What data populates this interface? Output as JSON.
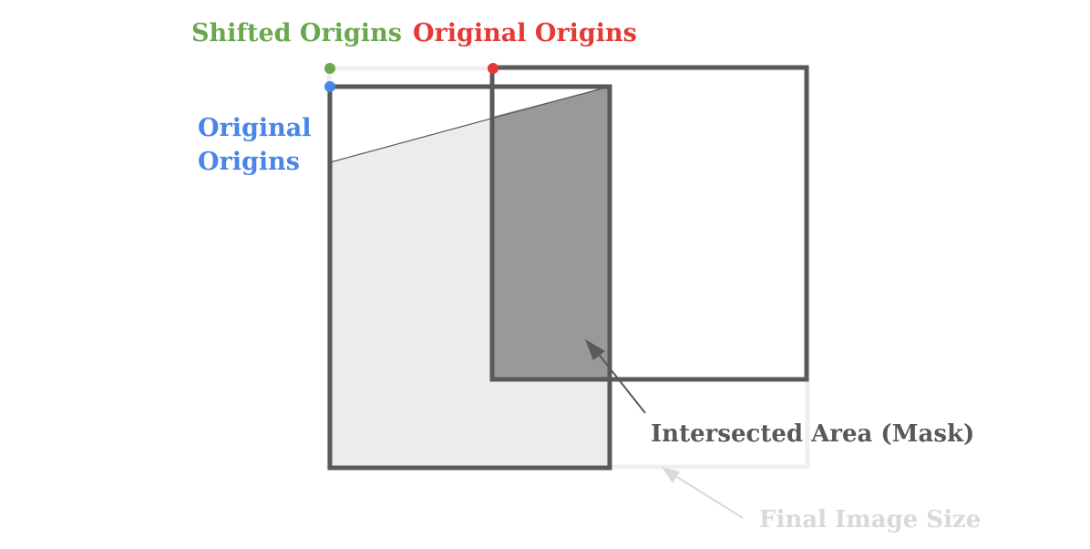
{
  "labels": {
    "shifted_origins": "Shifted Origins",
    "original_origins_red": "Original Origins",
    "original_origins_blue_line1": "Original",
    "original_origins_blue_line2": "Origins",
    "intersected_area": "Intersected Area (Mask)",
    "final_image_size": "Final Image Size"
  },
  "colors": {
    "shifted_origin": "#6aa84f",
    "original_origin_red": "#e53935",
    "original_origin_blue": "#4a86e8",
    "frame_stroke": "#595959",
    "final_image_stroke": "#efefef",
    "final_image_label": "#d9d9d9",
    "left_image_fill": "#ececec",
    "intersection_fill": "#999999",
    "mask_label": "#595959"
  }
}
